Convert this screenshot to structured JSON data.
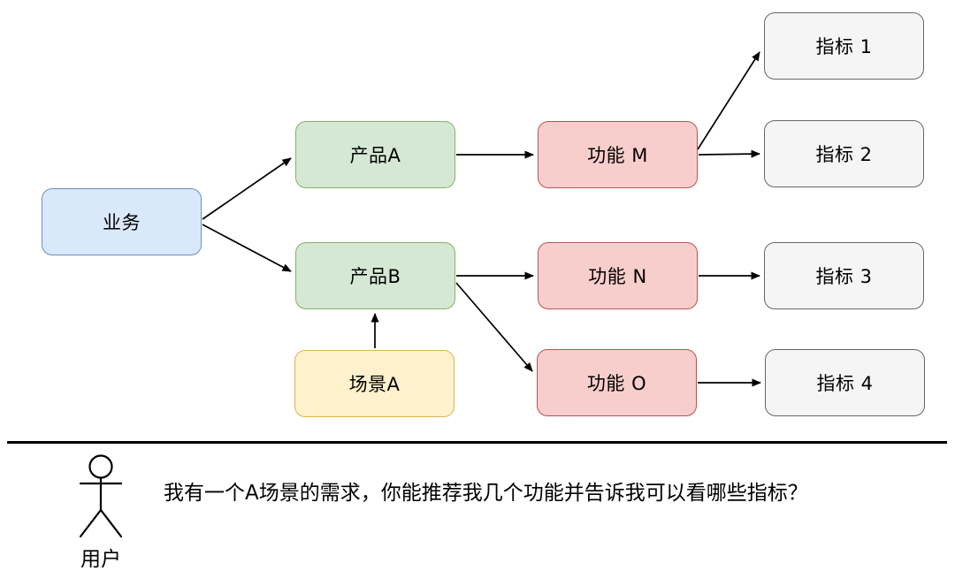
{
  "diagram": {
    "nodes": [
      {
        "id": "business",
        "label": "业务",
        "fill": "#dae8fc",
        "stroke": "#6c8ebf"
      },
      {
        "id": "product-a",
        "label": "产品A",
        "fill": "#d5e8d4",
        "stroke": "#82b366"
      },
      {
        "id": "product-b",
        "label": "产品B",
        "fill": "#d5e8d4",
        "stroke": "#82b366"
      },
      {
        "id": "scenario-a",
        "label": "场景A",
        "fill": "#fff2cc",
        "stroke": "#d6b656"
      },
      {
        "id": "func-m",
        "label": "功能 M",
        "fill": "#f8cecc",
        "stroke": "#b85450"
      },
      {
        "id": "func-n",
        "label": "功能 N",
        "fill": "#f8cecc",
        "stroke": "#b85450"
      },
      {
        "id": "func-o",
        "label": "功能 O",
        "fill": "#f8cecc",
        "stroke": "#b85450"
      },
      {
        "id": "metric-1",
        "label": "指标 1",
        "fill": "#f5f5f5",
        "stroke": "#666666"
      },
      {
        "id": "metric-2",
        "label": "指标 2",
        "fill": "#f5f5f5",
        "stroke": "#666666"
      },
      {
        "id": "metric-3",
        "label": "指标 3",
        "fill": "#f5f5f5",
        "stroke": "#666666"
      },
      {
        "id": "metric-4",
        "label": "指标 4",
        "fill": "#f5f5f5",
        "stroke": "#666666"
      }
    ],
    "edges": [
      {
        "from": "business",
        "to": "product-a"
      },
      {
        "from": "business",
        "to": "product-b"
      },
      {
        "from": "product-a",
        "to": "func-m"
      },
      {
        "from": "func-m",
        "to": "metric-1"
      },
      {
        "from": "func-m",
        "to": "metric-2"
      },
      {
        "from": "product-b",
        "to": "func-n"
      },
      {
        "from": "func-n",
        "to": "metric-3"
      },
      {
        "from": "scenario-a",
        "to": "product-b"
      },
      {
        "from": "product-b",
        "to": "func-o"
      },
      {
        "from": "func-o",
        "to": "metric-4"
      }
    ],
    "edge_color": "#000000"
  },
  "footer": {
    "actor_label": "用户",
    "question": "我有一个A场景的需求，你能推荐我几个功能并告诉我可以看哪些指标？"
  }
}
